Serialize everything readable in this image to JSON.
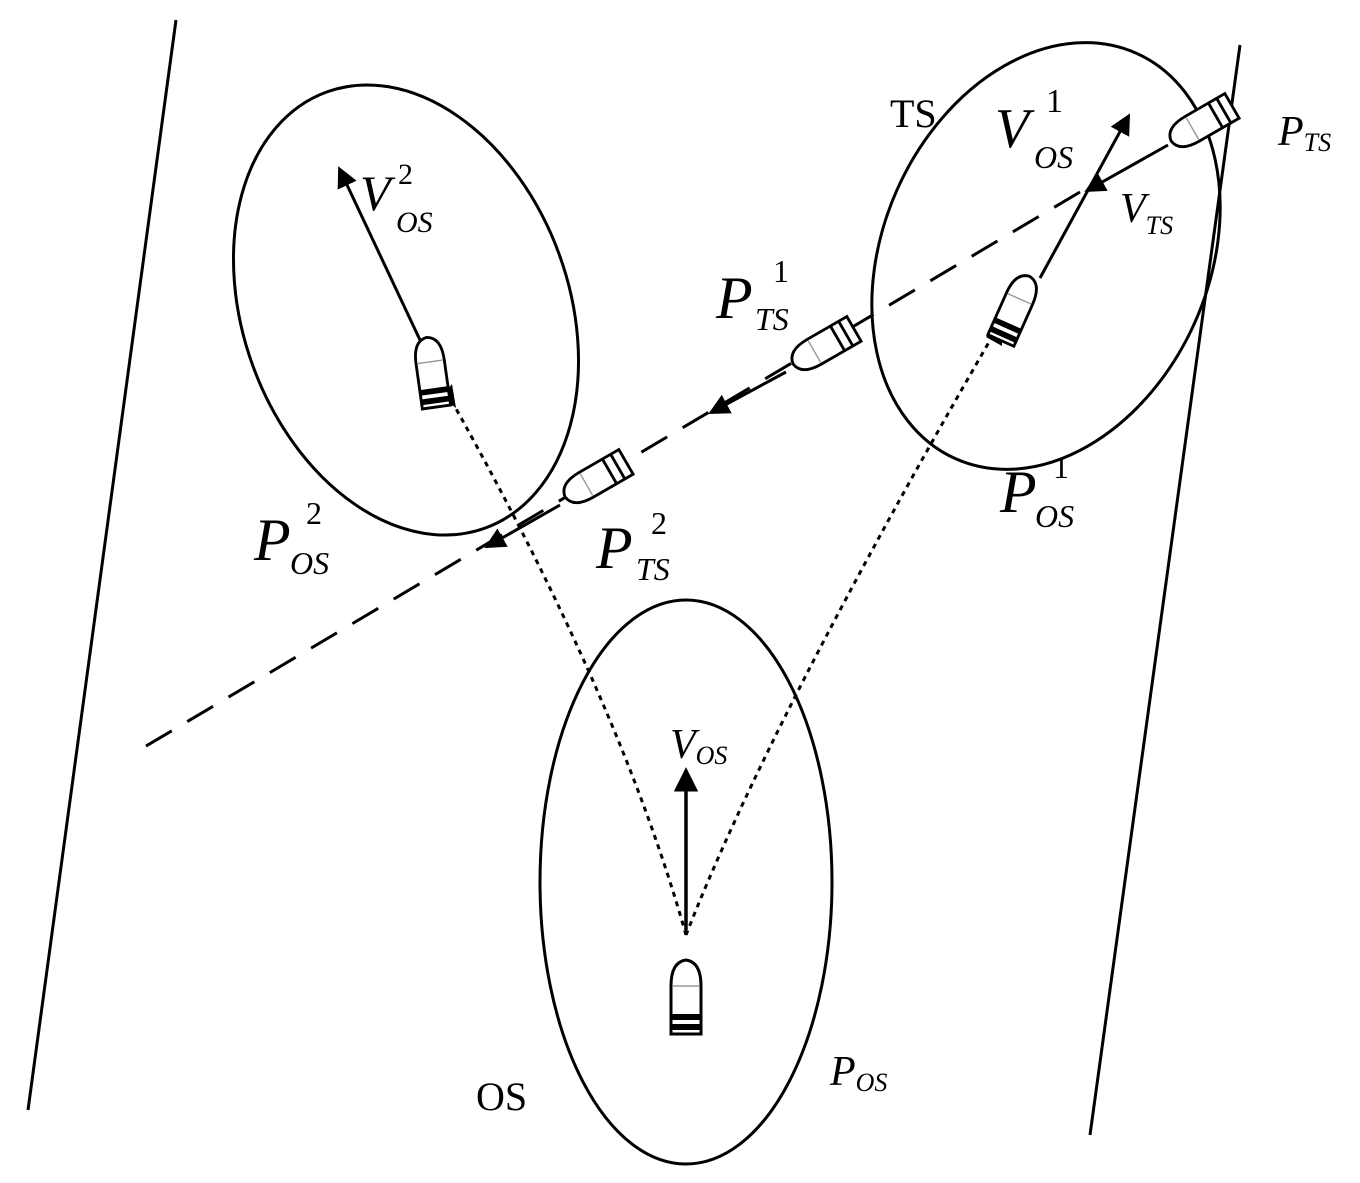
{
  "labels": {
    "ts": "TS",
    "os": "OS",
    "v_os": {
      "main": "V",
      "sub": "OS"
    },
    "v_os_1": {
      "main": "V",
      "sup": "1",
      "sub": "OS"
    },
    "v_os_2": {
      "main": "V",
      "sup": "2",
      "sub": "OS"
    },
    "v_ts": {
      "main": "V",
      "sub": "TS"
    },
    "p_ts": {
      "main": "P",
      "sub": "TS"
    },
    "p_ts_1": {
      "main": "P",
      "sup": "1",
      "sub": "TS"
    },
    "p_ts_2": {
      "main": "P",
      "sup": "2",
      "sub": "TS"
    },
    "p_os": {
      "main": "P",
      "sub": "OS"
    },
    "p_os_1": {
      "main": "P",
      "sup": "1",
      "sub": "OS"
    },
    "p_os_2": {
      "main": "P",
      "sup": "2",
      "sub": "OS"
    }
  },
  "colors": {
    "stroke": "#000000",
    "background": "#ffffff"
  }
}
